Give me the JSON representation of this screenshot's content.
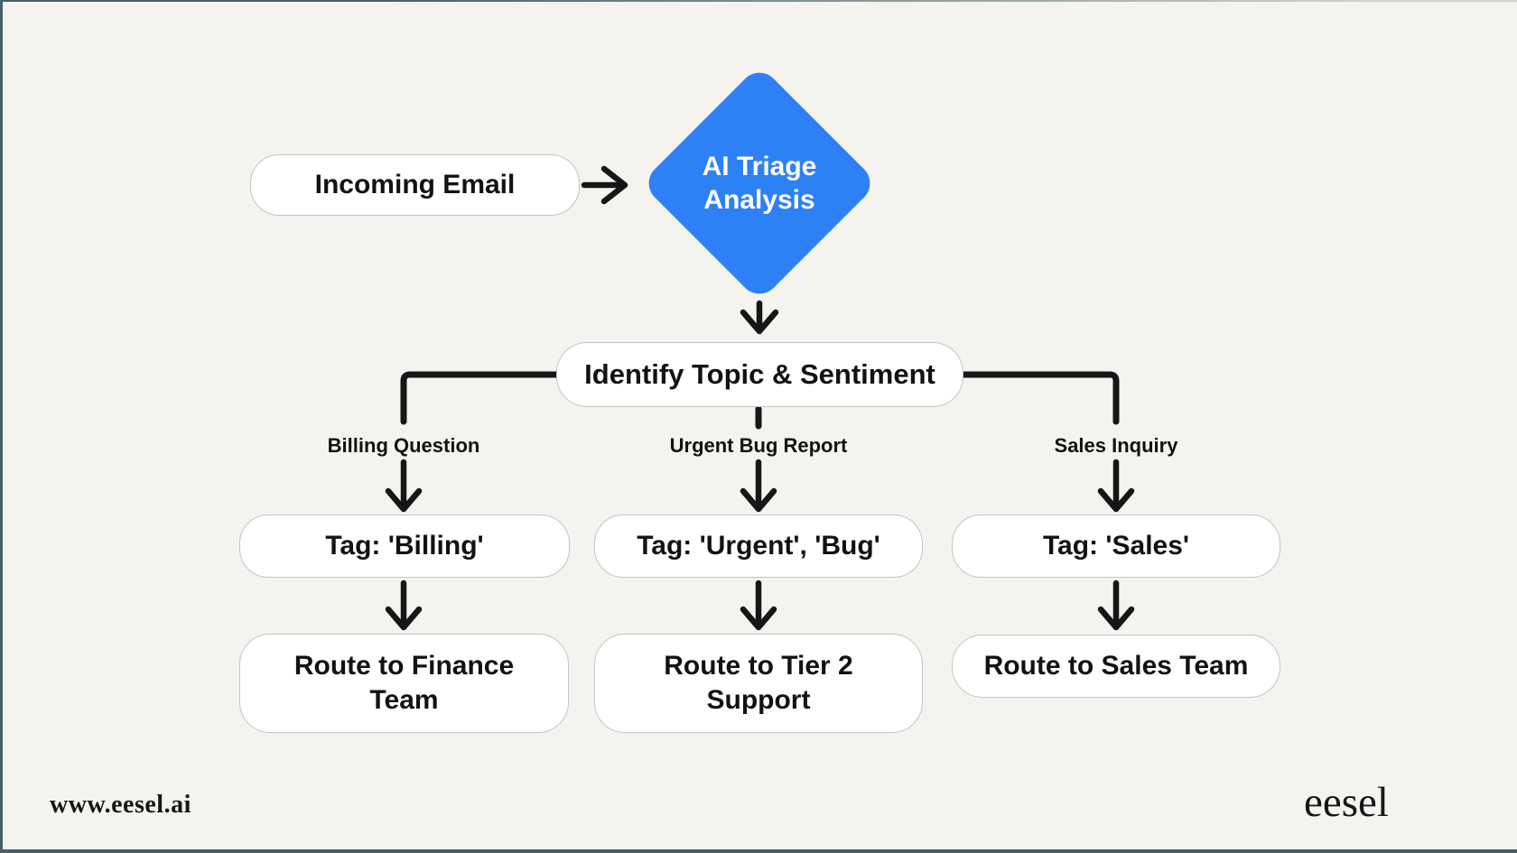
{
  "palette": {
    "background": "#f4f3f0",
    "node_fill": "#ffffff",
    "node_border": "#c4c4c2",
    "accent_blue": "#2e80f5",
    "line": "#161616",
    "frame": "#44606a",
    "text": "#121212"
  },
  "diagram": {
    "start": {
      "label": "Incoming Email"
    },
    "decision": {
      "line1": "AI Triage",
      "line2": "Analysis"
    },
    "process": {
      "label": "Identify Topic & Sentiment"
    },
    "branches": [
      {
        "condition": "Billing Question",
        "tag": "Tag: 'Billing'",
        "route": "Route to Finance Team"
      },
      {
        "condition": "Urgent Bug Report",
        "tag": "Tag: 'Urgent', 'Bug'",
        "route": "Route to Tier 2 Support"
      },
      {
        "condition": "Sales Inquiry",
        "tag": "Tag: 'Sales'",
        "route": "Route to Sales Team"
      }
    ]
  },
  "footer": {
    "website": "www.eesel.ai",
    "brand": "eesel"
  }
}
